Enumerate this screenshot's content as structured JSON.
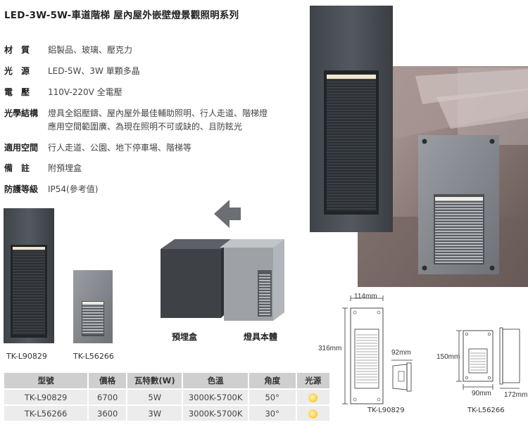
{
  "title": "LED-3W-5W-車道階梯 屋內屋外嵌壁燈景觀照明系列",
  "specs": [
    {
      "label": "材　質",
      "value": "鋁製品、玻璃、壓克力"
    },
    {
      "label": "光　源",
      "value": "LED-5W、3W 單顆多晶"
    },
    {
      "label": "電　壓",
      "value": "110V-220V 全電壓"
    },
    {
      "label": "光學結構",
      "value": "燈具全鋁壓鑄、屋內屋外最佳輔助照明、行人走道、階梯燈",
      "value2": "應用空間範圍廣、為現在照明不可或缺的、且防眩光"
    },
    {
      "label": "適用空間",
      "value": "行人走道、公園、地下停車場、階梯等"
    },
    {
      "label": "備　註",
      "value": "附預埋盒"
    },
    {
      "label": "防護等級",
      "value": "IP54(參考值)"
    }
  ],
  "captions": {
    "model1": "TK-L90829",
    "model2": "TK-L56266",
    "embed_box": "預埋盒",
    "fixture_body": "燈具本體"
  },
  "drawings": {
    "d1_width": "114mm",
    "d1_height": "316mm",
    "d1_depth": "92mm",
    "d1_name": "TK-L90829",
    "d2_height": "150mm",
    "d2_width": "90mm",
    "d2_depth": "172mm",
    "d2_name": "TK-L56266"
  },
  "table": {
    "headers": [
      "型號",
      "價格",
      "瓦特數(W)",
      "色溫",
      "角度",
      "光源"
    ],
    "rows": [
      [
        "TK-L90829",
        "6700",
        "5W",
        "3000K-5700K",
        "50°"
      ],
      [
        "TK-L56266",
        "3600",
        "3W",
        "3000K-5700K",
        "30°"
      ]
    ]
  },
  "colors": {
    "fixture_dark": "#4a4f55",
    "fixture_light": "#8a8e93",
    "header_bg": "#cfcfcf",
    "cell_bg": "#ececec",
    "led": "#ffd54a"
  }
}
